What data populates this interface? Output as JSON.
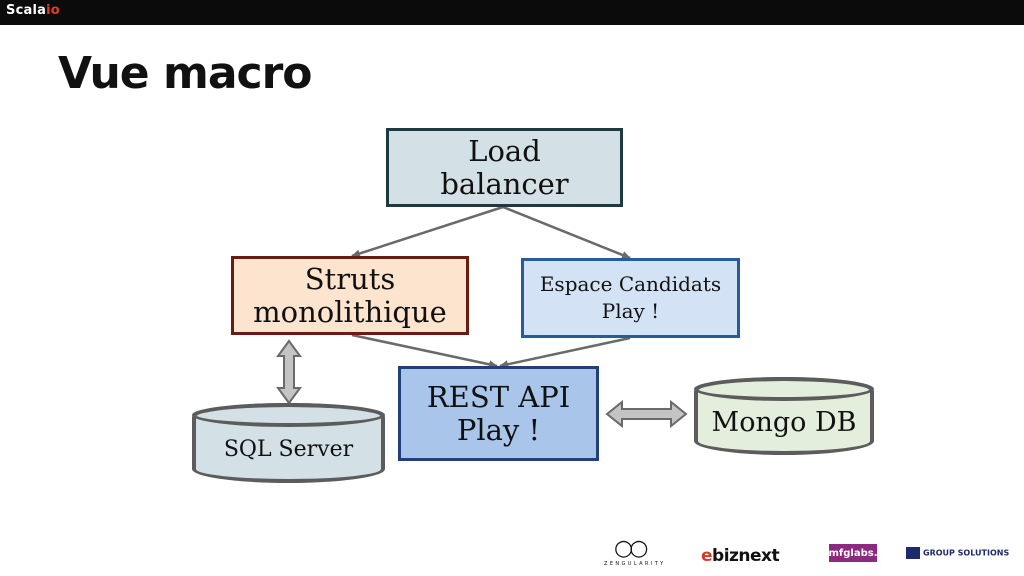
{
  "header": {
    "brand_main": "Scala",
    "brand_accent": "io",
    "accent_color": "#e53b2c"
  },
  "slide": {
    "title": "Vue macro"
  },
  "diagram": {
    "load_balancer": {
      "line1": "Load",
      "line2": "balancer"
    },
    "struts": {
      "line1": "Struts",
      "line2": "monolithique"
    },
    "espace": {
      "line1": "Espace Candidats",
      "line2": "Play !"
    },
    "rest_api": {
      "line1": "REST API",
      "line2": "Play !"
    },
    "sql_server": {
      "label": "SQL Server"
    },
    "mongo_db": {
      "label": "Mongo DB"
    }
  },
  "sponsors": {
    "zenika_text": "ZENGULARITY",
    "ebiz_accent": "e",
    "ebiz_rest": "biznext",
    "mfg": "mfglabs.",
    "axa": "GROUP SOLUTIONS"
  }
}
